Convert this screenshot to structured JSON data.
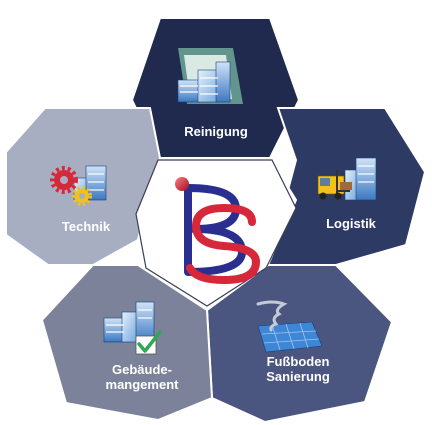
{
  "segments": {
    "reinigung": {
      "label": "Reinigung",
      "color": "#1f2a4e"
    },
    "logistik": {
      "label": "Logistik",
      "color": "#2d3a63"
    },
    "fussboden": {
      "label_line1": "Fußboden",
      "label_line2": "Sanierung",
      "color": "#4a5680"
    },
    "gebaeude": {
      "label_line1": "Gebäude-",
      "label_line2": "mangement",
      "color": "#7c8299"
    },
    "technik": {
      "label": "Technik",
      "color": "#a8aec2"
    }
  },
  "center": {
    "logo_letters": "BS",
    "logo_blue": "#2a2f8f",
    "logo_red": "#d6283a"
  },
  "icons": {
    "reinigung": "cleaning-buildings-icon",
    "logistik": "forklift-buildings-icon",
    "fussboden": "tornado-floor-icon",
    "gebaeude": "buildings-checkmark-icon",
    "technik": "gears-buildings-icon"
  }
}
